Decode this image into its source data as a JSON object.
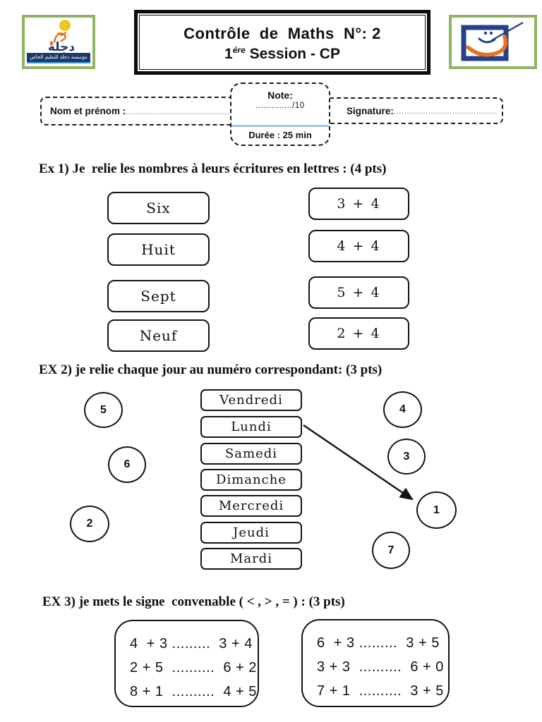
{
  "header": {
    "title_line1": "Contrôle  de  Maths  N°: 2",
    "title_line2_num": "1",
    "title_line2_sup": "ére",
    "title_line2_rest": " Session - CP",
    "left_logo_caption": "مؤسسة دجلة للتعليم الخاص",
    "left_logo_mark": "دجلة"
  },
  "info": {
    "name_label": "Nom et prénom :",
    "name_dots": "............................................................",
    "note_label": "Note:",
    "note_value": "............../10",
    "duration_label": "Durée : 25 min",
    "signature_label": "Signature:",
    "signature_dots": "......................................."
  },
  "ex1": {
    "heading": "Ex 1) Je  relie les nombres à leurs écritures en lettres : (4 pts)",
    "words": [
      "Six",
      "Huit",
      "Sept",
      "Neuf"
    ],
    "sums": [
      "3 + 4",
      "4 + 4",
      "5 + 4",
      "2 + 4"
    ]
  },
  "ex2": {
    "heading": "EX 2) je relie chaque jour au numéro correspondant: (3 pts)",
    "days": [
      "Vendredi",
      "Lundi",
      "Samedi",
      "Dimanche",
      "Mercredi",
      "Jeudi",
      "Mardi"
    ],
    "left_numbers": [
      "5",
      "6",
      "2"
    ],
    "right_numbers": [
      "4",
      "3",
      "1",
      "7"
    ]
  },
  "ex3": {
    "heading": "EX 3) je mets le signe  convenable ( < , > , = ) : (3 pts)",
    "left_rows": [
      "4  + 3 .........  3 + 4",
      "2 + 5  ..........  6 + 2",
      "8 + 1  ..........  4 + 5"
    ],
    "right_rows": [
      "6  + 3 .........  3 + 5",
      "3 + 3  ..........  6 + 0",
      "7 + 1  ..........  3 + 5"
    ]
  },
  "colors": {
    "logo_border_green": "#8FB463",
    "banner_navy": "#1E3868",
    "logo_orange": "#E8731E",
    "sun_yellow": "#F2C51D",
    "note_line_blue": "#9DC3E6",
    "ink_black": "#141414"
  }
}
